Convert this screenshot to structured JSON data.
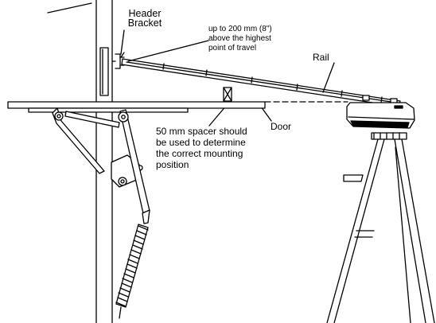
{
  "labels": {
    "header_bracket": "Header\nBracket",
    "height_note": "up to 200 mm (8\")\nabove the highest\npoint of travel",
    "rail": "Rail",
    "door": "Door",
    "spacer_note": "50 mm spacer should\nbe used to determine\nthe correct mounting\nposition"
  },
  "colors": {
    "line": "#000000",
    "background": "#ffffff"
  }
}
